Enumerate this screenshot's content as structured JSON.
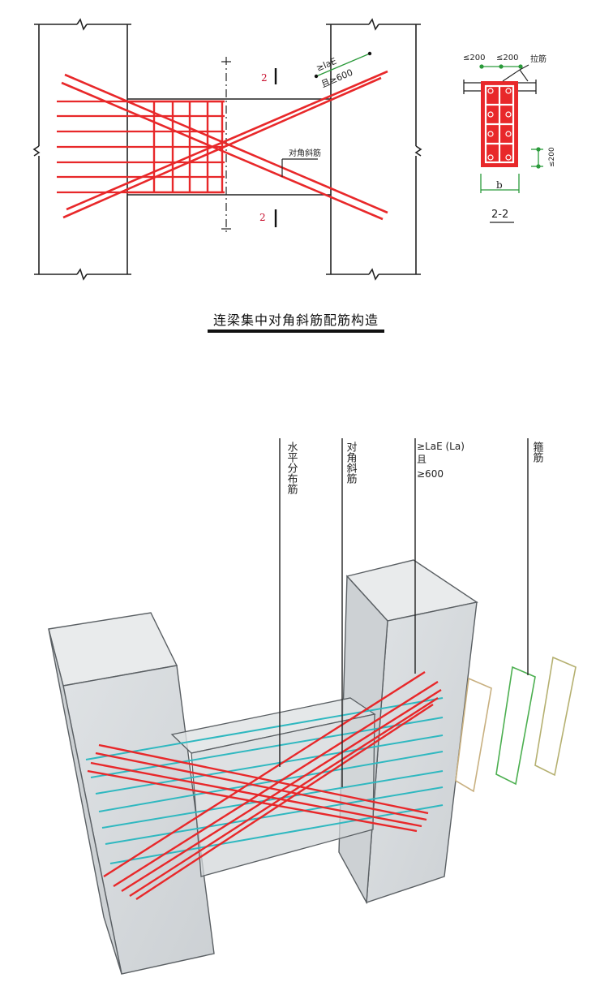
{
  "elevation": {
    "section_mark_top": "2",
    "section_mark_bottom": "2",
    "anchorage_label_1": "≥laE",
    "anchorage_label_2": "且≥600",
    "diagonal_label": "对角斜筋"
  },
  "section": {
    "spacing_left": "≤200",
    "spacing_right": "≤200",
    "tie_label": "拉筋",
    "vertical_spacing": "≤200",
    "width_label": "b",
    "title": "2-2"
  },
  "caption": "连梁集中对角斜筋配筋构造",
  "model3d": {
    "label_horizontal": "水平分布筋",
    "label_diagonal": "对角斜筋",
    "label_anchor_1": "≥LaE (La)",
    "label_anchor_2": "且",
    "label_anchor_3": "≥600",
    "label_stirrup": "箍筋"
  },
  "colors": {
    "rebar": "#e8282a",
    "distribution": "#2fb8c0",
    "dimension": "#2a9a3a",
    "outline": "#222222"
  }
}
